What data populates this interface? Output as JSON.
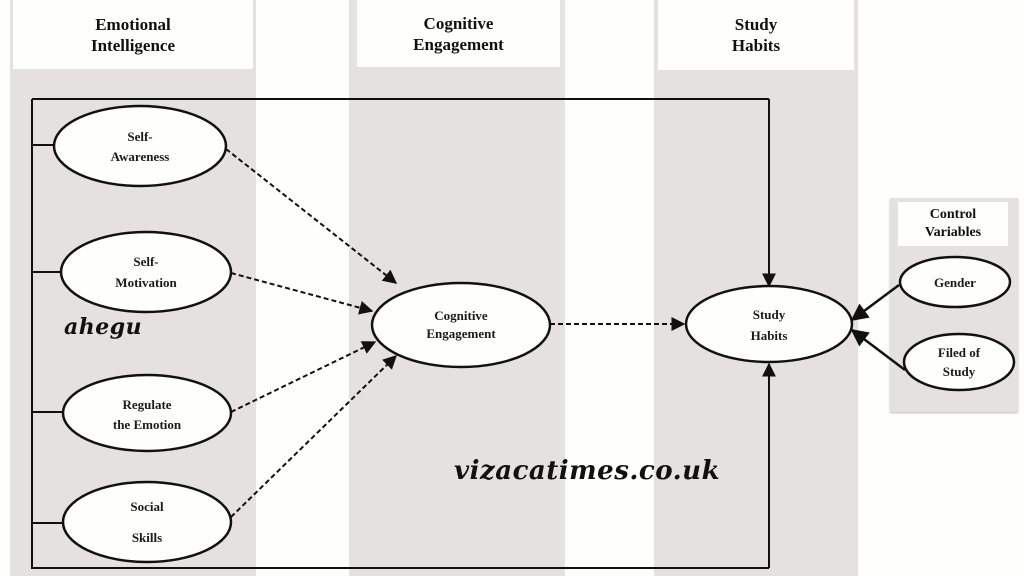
{
  "columns": [
    {
      "id": "ei",
      "header": "Emotional\nIntelligence"
    },
    {
      "id": "ce",
      "header": "Cognitive\nEngagement"
    },
    {
      "id": "sh",
      "header": "Study\nHabits"
    }
  ],
  "control_panel": {
    "header": "Control\nVariables"
  },
  "nodes": {
    "self_awareness": {
      "lines": [
        "Self-",
        "Awareness"
      ]
    },
    "self_motivation": {
      "lines": [
        "Self-",
        "Motivation"
      ]
    },
    "regulate_emotion": {
      "lines": [
        "Regulate",
        "the Emotion"
      ]
    },
    "social_skills": {
      "lines": [
        "Social",
        "Skills"
      ]
    },
    "cognitive_engagement": {
      "lines": [
        "Cognitive",
        "Engagement"
      ]
    },
    "study_habits": {
      "lines": [
        "Study",
        "Habits"
      ]
    },
    "gender": {
      "lines": [
        "Gender"
      ]
    },
    "field_of_study": {
      "lines": [
        "Filed of",
        "Study"
      ]
    }
  },
  "edges": [
    {
      "from": "self_awareness",
      "to": "cognitive_engagement",
      "style": "dashed"
    },
    {
      "from": "self_motivation",
      "to": "cognitive_engagement",
      "style": "dashed"
    },
    {
      "from": "regulate_emotion",
      "to": "cognitive_engagement",
      "style": "dashed"
    },
    {
      "from": "social_skills",
      "to": "cognitive_engagement",
      "style": "dashed"
    },
    {
      "from": "cognitive_engagement",
      "to": "study_habits",
      "style": "dashed"
    },
    {
      "from": "emotional_intelligence_frame",
      "to": "study_habits",
      "style": "solid"
    },
    {
      "from": "gender",
      "to": "study_habits",
      "style": "solid"
    },
    {
      "from": "field_of_study",
      "to": "study_habits",
      "style": "solid"
    }
  ],
  "watermarks": {
    "left": "ahegu",
    "center": "vizacatimes.co.uk"
  },
  "colors": {
    "column_bg": "#e4e1de",
    "page_bg": "#fefefd",
    "stroke": "#111111"
  }
}
